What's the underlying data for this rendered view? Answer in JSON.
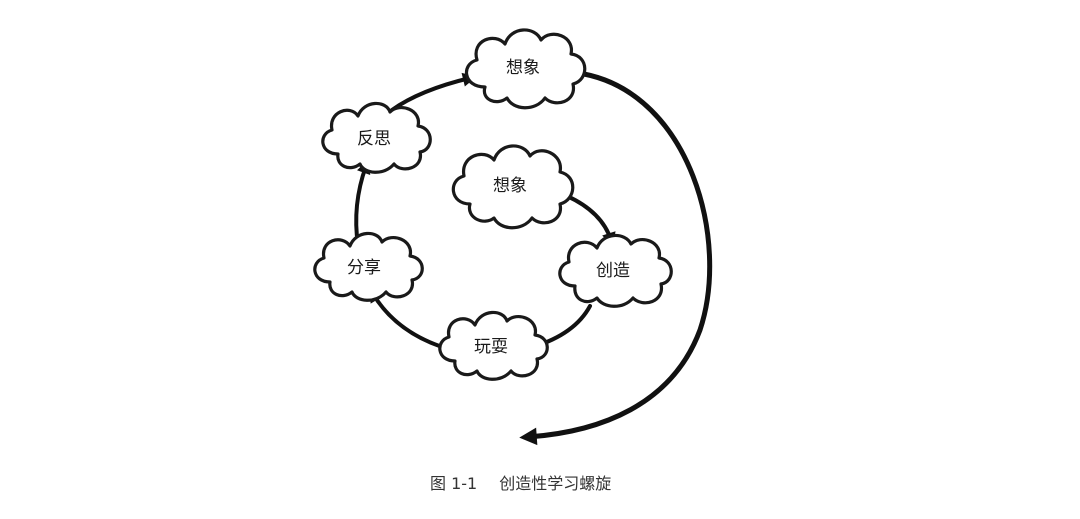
{
  "diagram": {
    "nodes": {
      "outer_imagine": "想象",
      "reflect": "反思",
      "share": "分享",
      "inner_imagine": "想象",
      "create": "创造",
      "play": "玩耍"
    },
    "flow": [
      "inner_imagine",
      "create",
      "play",
      "share",
      "reflect",
      "outer_imagine"
    ]
  },
  "caption": {
    "figure_number": "图 1-1",
    "title": "创造性学习螺旋"
  },
  "colors": {
    "ink": "#111111",
    "cloud_fill": "#ffffff",
    "caption_text": "#333333"
  }
}
